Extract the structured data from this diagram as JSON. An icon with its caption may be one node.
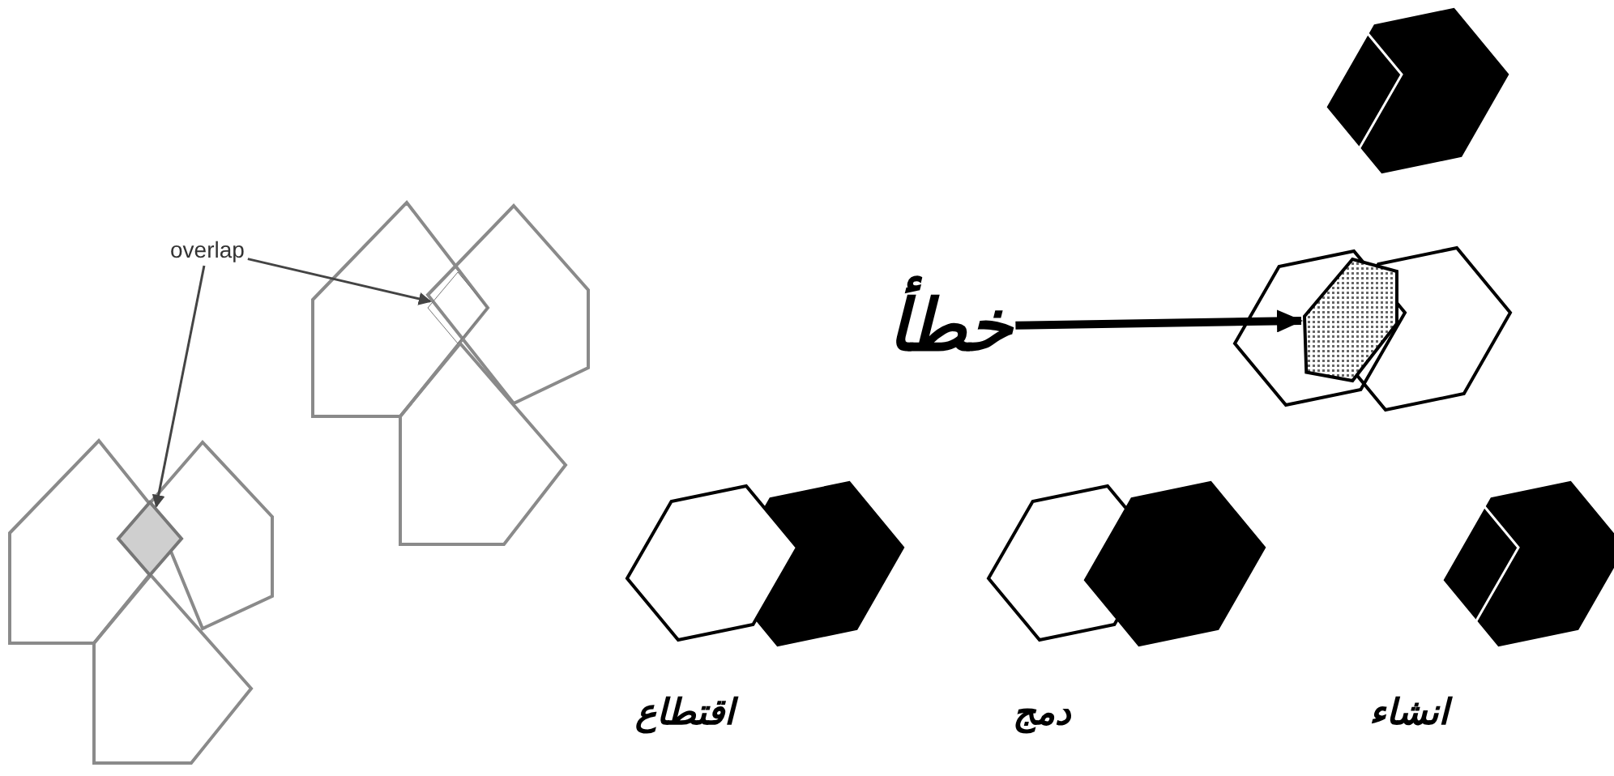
{
  "diagram": {
    "nodes": [
      {
        "text": [
          "overlap"
        ]
      },
      {
        "text": [],
        "shape": "diamond"
      },
      {
        "text": [],
        "shape": "diamond"
      },
      {
        "text": [
          "خطأ"
        ]
      },
      {
        "text": [],
        "shape": "hexagon"
      }
    ],
    "edges": [
      {
        "from": 0,
        "to": 1,
        "arrow": "to"
      },
      {
        "from": 0,
        "to": 2,
        "arrow": "to"
      },
      {
        "from": 3,
        "to": 4,
        "arrow": "to",
        "style": "thick"
      }
    ],
    "labels": [
      "انشاء",
      "دمج",
      "اقتطاع"
    ]
  }
}
